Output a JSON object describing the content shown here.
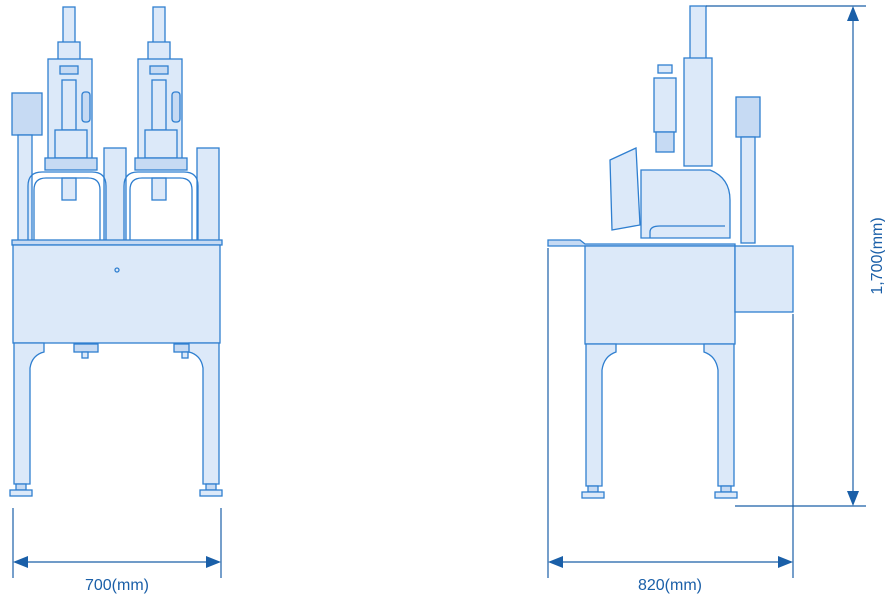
{
  "dimensions": {
    "front_width": "700(mm)",
    "side_depth": "820(mm)",
    "height": "1,700(mm)"
  },
  "colors": {
    "line": "#2f7fd0",
    "fill": "#dce9f9",
    "fill_dark": "#c6daf3",
    "dimension": "#1a5fa8"
  }
}
